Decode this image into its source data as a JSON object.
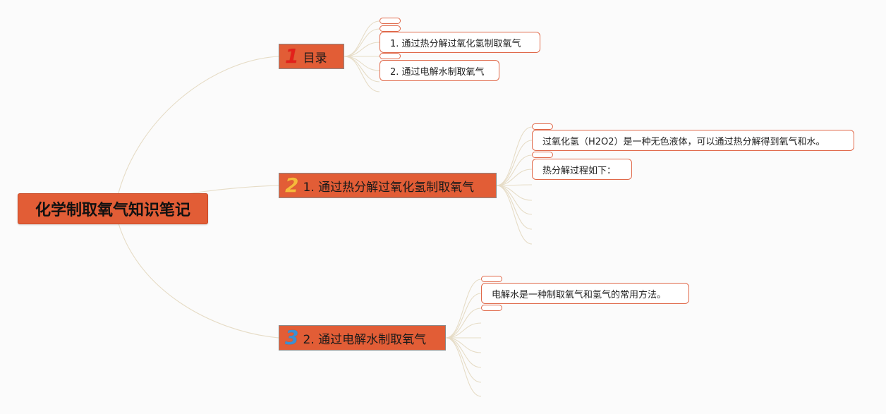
{
  "root": {
    "label": "化学制取氧气知识笔记"
  },
  "branches": [
    {
      "number": "1",
      "number_color": "#e3201b",
      "label": "目录",
      "children": [
        "1. 通过热分解过氧化氢制取氧气",
        "2. 通过电解水制取氧气"
      ]
    },
    {
      "number": "2",
      "number_color": "#f6b93b",
      "label": "1. 通过热分解过氧化氢制取氧气",
      "children": [
        "过氧化氢（H2O2）是一种无色液体，可以通过热分解得到氧气和水。",
        "热分解过程如下："
      ]
    },
    {
      "number": "3",
      "number_color": "#3d8fd1",
      "label": "2. 通过电解水制取氧气",
      "children": [
        "电解水是一种制取氧气和氢气的常用方法。"
      ]
    }
  ],
  "colors": {
    "node_fill": "#e25d36",
    "node_border": "#e0694a",
    "connector": "#e6dcc6"
  }
}
